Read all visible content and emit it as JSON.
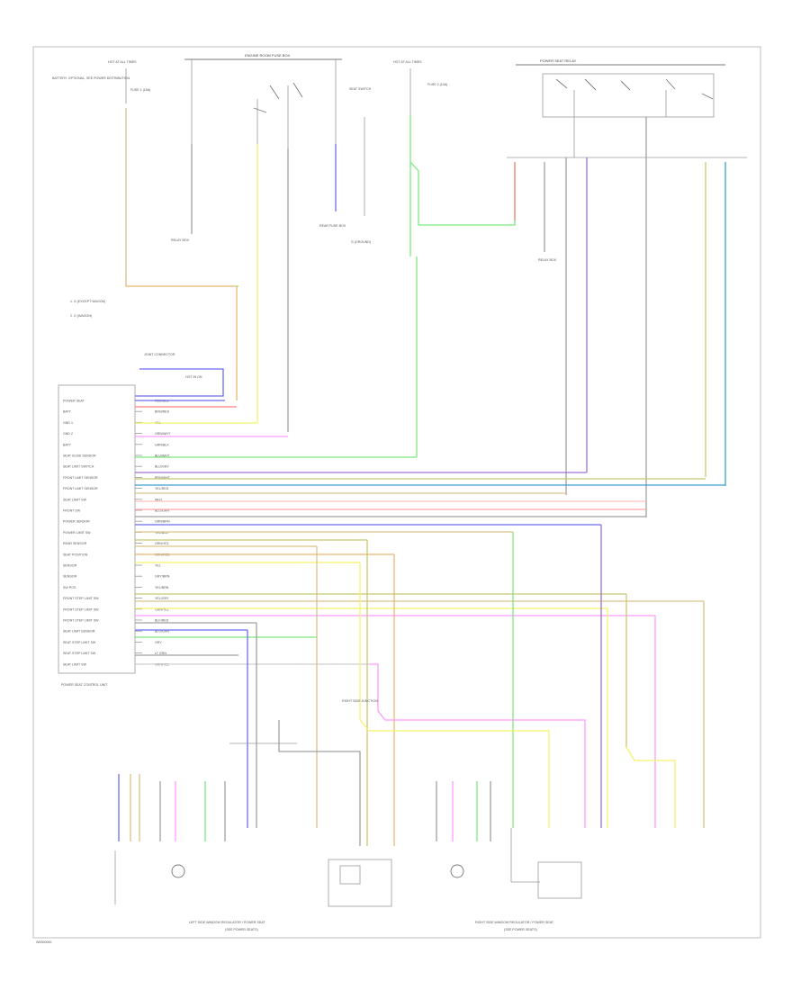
{
  "colors": {
    "yellow": "#f3f36a",
    "green": "#7ee77e",
    "pink": "#ff9aff",
    "blue": "#6c6cf0",
    "red": "#ff7f7f",
    "teal": "#3f9fd0",
    "tan": "#d9c48a",
    "orange": "#e9b774",
    "gray": "#a0a0a0",
    "purple": "#a070d0",
    "olive": "#c8c870"
  },
  "labels": {
    "engine_fuse_box": "ENGINE ROOM FUSE BOX",
    "hot_at_all_times_1": "HOT AT ALL TIMES",
    "hot_at_all_times_2": "HOT AT ALL TIMES",
    "battery_note": "BATTERY, OPTIONAL, SEE POWER DISTRIBUTION",
    "fuse_top_1": "FUSE 1 (15A)",
    "fuse_top_2": "FUSE 2 (10A)",
    "rear_fuse_ref": "REAR FUSE BOX",
    "rear_ground_ref": "G (GROUND)",
    "power_seat_relay": "POWER SEAT RELAY",
    "seat_switch": "SEAT SWITCH",
    "relay_box": "RELAY BOX",
    "right_relay_ref": "RELAY BOX",
    "ground_note": "1. G (EXCEPT WAGON)\n2. G (WAGON)",
    "connector_top": "JOINT CONNECTOR",
    "connector_note": "HOT IN ON",
    "module_label": "POWER SEAT CONTROL UNIT",
    "left_unit_label": "LEFT SIDE WINDOW REGULATOR / POWER SEAT",
    "left_unit_sub": "(SEE POWER SEATS)",
    "right_unit_label": "RIGHT SIDE WINDOW REGULATOR / POWER SEAT",
    "right_unit_sub": "(SEE POWER SEATS)",
    "junction_label": "RIGHT SIDE JUNCTION",
    "figure_id": "W0000000"
  },
  "pins": [
    {
      "name": "POWER SEAT",
      "wire": "RED/BLU"
    },
    {
      "name": "BATT",
      "wire": "BRN/RED"
    },
    {
      "name": "GND 1",
      "wire": "YEL"
    },
    {
      "name": "GND 2",
      "wire": "GRN/WHT"
    },
    {
      "name": "BATT",
      "wire": "GRN/BLK"
    },
    {
      "name": "SEAT SLIDE SENSOR",
      "wire": "BLU/WHT"
    },
    {
      "name": "SEAT LIMIT SWITCH",
      "wire": "BLU/GRY"
    },
    {
      "name": "FRONT LIMIT SENSOR",
      "wire": "BRN/WHT"
    },
    {
      "name": "FRONT LIMIT SENSOR",
      "wire": "YEL/RED"
    },
    {
      "name": "SEAT LIMIT SW",
      "wire": "WHT"
    },
    {
      "name": "FRONT SW",
      "wire": "BLU/GRN"
    },
    {
      "name": "POWER SENSOR",
      "wire": "GRN/BRN"
    },
    {
      "name": "POWER LIMIT SW",
      "wire": "YEL/BLU"
    },
    {
      "name": "REAR SENSOR",
      "wire": "GRN/YEL"
    },
    {
      "name": "SEAT POSITION",
      "wire": "GRN/RED"
    },
    {
      "name": "SENSOR",
      "wire": "YEL"
    },
    {
      "name": "SENSOR",
      "wire": "GRY/BRN"
    },
    {
      "name": "SW POS",
      "wire": "YEL/BRN"
    },
    {
      "name": "FRONT STEP LIMIT SW",
      "wire": "YEL/GRY"
    },
    {
      "name": "FRONT STEP LIMIT SW",
      "wire": "GRN/YEL"
    },
    {
      "name": "FRONT STEP LIMIT SW",
      "wire": "BLK/RED"
    },
    {
      "name": "SEAT LIMIT SENSOR",
      "wire": "BLU/GRN"
    },
    {
      "name": "SEAT STEP LIMIT SW",
      "wire": "GRY"
    },
    {
      "name": "SEAT STEP LIMIT SW",
      "wire": "LT GRN"
    },
    {
      "name": "SEAT LIMIT SW",
      "wire": "GRN/YEL"
    }
  ]
}
